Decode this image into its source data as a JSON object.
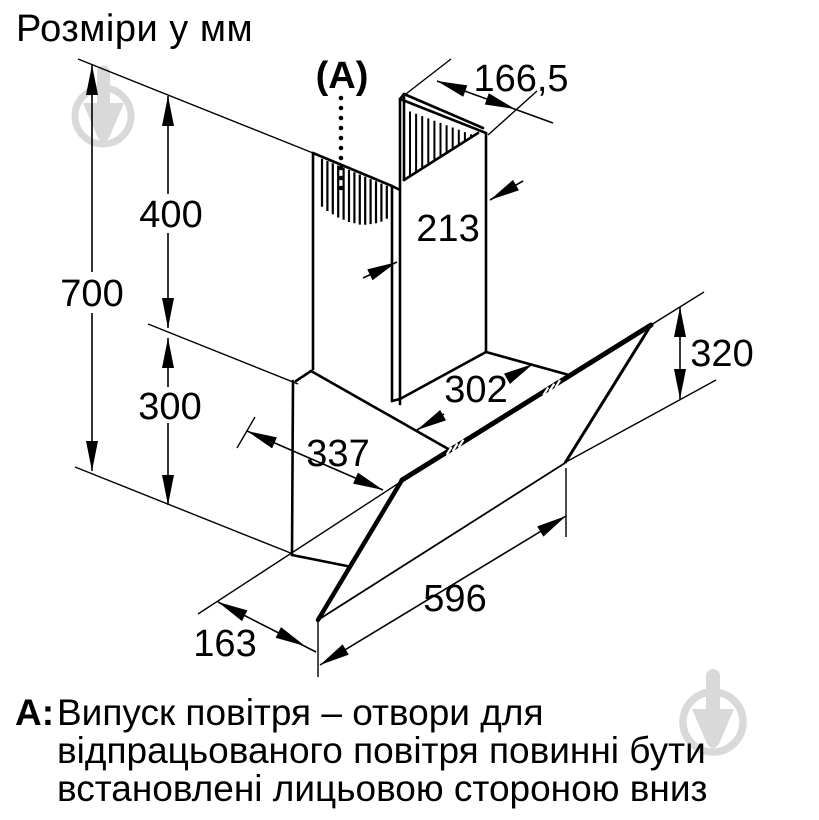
{
  "title": "Розміри у мм",
  "marker_label": "(A)",
  "dimensions": {
    "total_height": "700",
    "bracket_height": "400",
    "body_height": "300",
    "chimney_top_width": "166,5",
    "chimney_depth": "213",
    "top_depth": "302",
    "body_depth": "337",
    "glass_height": "320",
    "hood_width": "596",
    "bottom_depth": "163"
  },
  "note": {
    "label": "A:",
    "lines": [
      "Випуск повітря – отвори для",
      "відпрацьованого повітря повинні бути",
      "встановлені лицьовою стороною вниз"
    ]
  },
  "colors": {
    "line": "#000000",
    "watermark": "#d9d9d9",
    "background": "#ffffff"
  }
}
